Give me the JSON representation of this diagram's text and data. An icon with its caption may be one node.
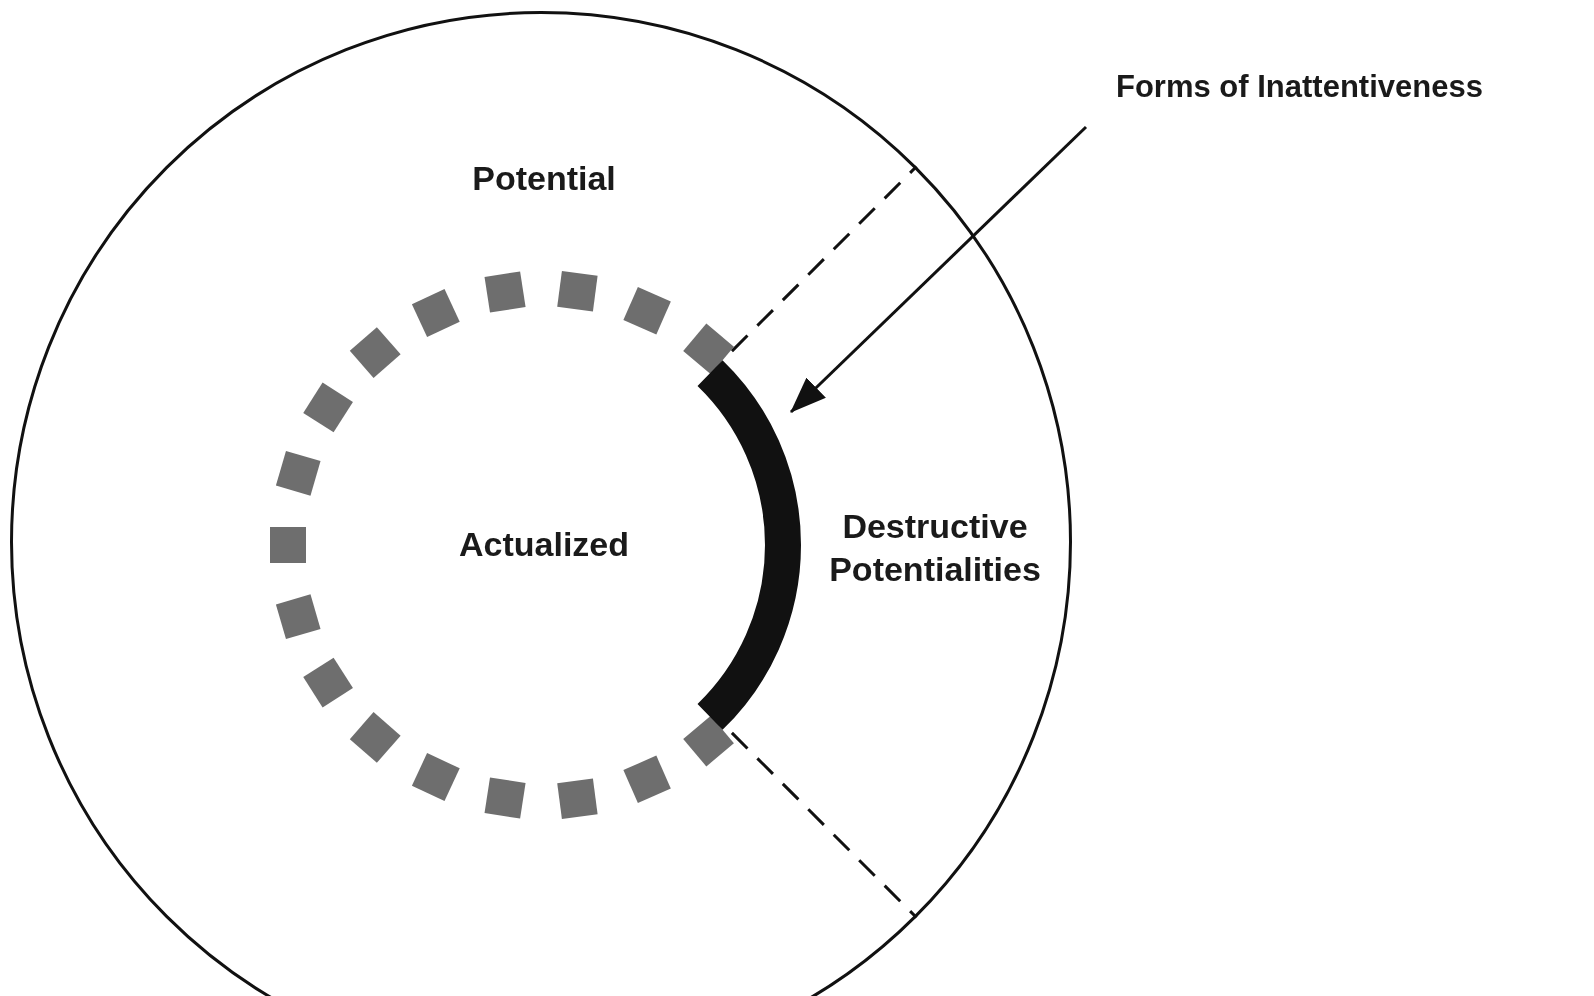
{
  "diagram": {
    "nodes": [
      {
        "text": [
          "Potential"
        ]
      },
      {
        "text": [
          "Actualized"
        ],
        "in": 0
      },
      {
        "text": [],
        "shape": "bar",
        "in": 0
      },
      {
        "text": [
          "Forms of Inattentiveness"
        ]
      }
    ],
    "edges": [
      {
        "from": 3,
        "to": 2,
        "arrow": "to"
      }
    ],
    "labels": [
      "Destructive Potentialities"
    ]
  }
}
